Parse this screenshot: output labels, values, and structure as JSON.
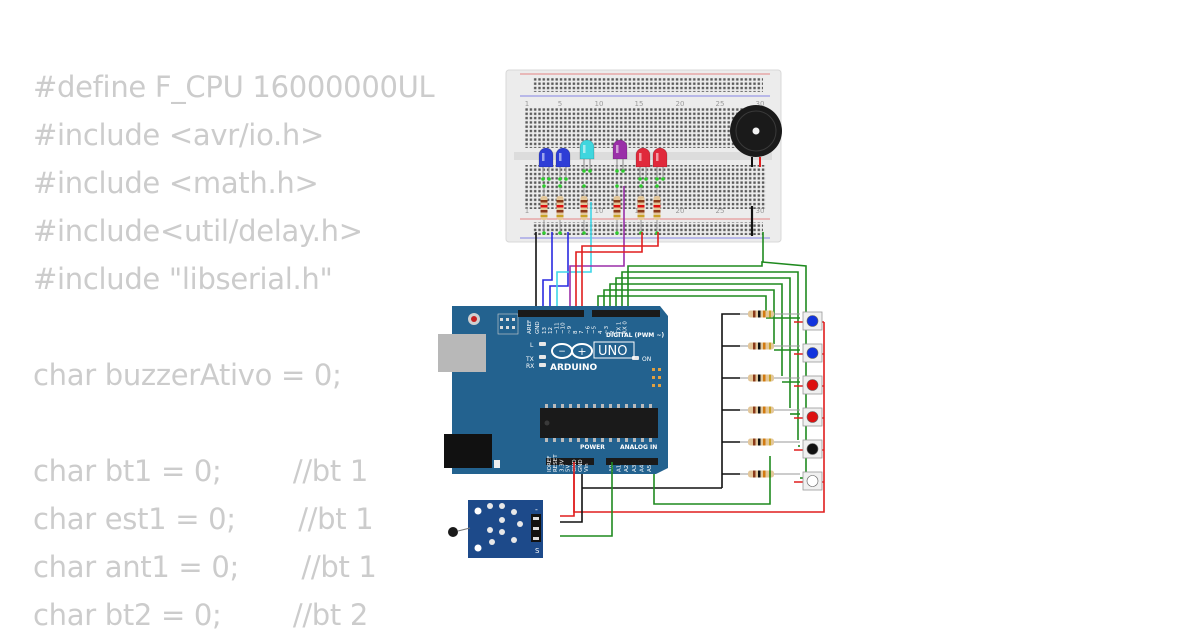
{
  "code": {
    "lines": [
      "#define F_CPU 16000000UL",
      "#include <avr/io.h>",
      "#include <math.h>",
      "#include<util/delay.h>",
      "#include \"libserial.h\"",
      "",
      "char buzzerAtivo = 0;",
      "",
      "char bt1 = 0;        //bt 1",
      "char est1 = 0;       //bt 1",
      "char ant1 = 0;       //bt 1",
      "char bt2 = 0;        //bt 2"
    ]
  },
  "arduino": {
    "brand": "ARDUINO",
    "model": "UNO",
    "digital_label": "DIGITAL (PWM ~)",
    "analog_label": "ANALOG IN",
    "power_label": "POWER",
    "on_label": "ON",
    "tx_label": "TX",
    "rx_label": "RX",
    "l_label": "L",
    "aref_label": "AREF",
    "gnd_label": "GND",
    "digital_pins": [
      "13",
      "12",
      "~11",
      "~10",
      "~9",
      "8",
      "7",
      "~6",
      "~5",
      "4",
      "~3",
      "2",
      "TX 1",
      "RX 0"
    ],
    "power_pins": [
      "IOREF",
      "RESET",
      "3.3V",
      "5V",
      "GND",
      "GND",
      "Vin"
    ],
    "analog_pins": [
      "A0",
      "A1",
      "A2",
      "A3",
      "A4",
      "A5"
    ],
    "color": "#23628f"
  },
  "breadboard": {
    "column_numbers": [
      "1",
      "5",
      "10",
      "15",
      "20",
      "25",
      "30"
    ],
    "leds": [
      {
        "name": "led-blue-1",
        "color": "#2e3ed6"
      },
      {
        "name": "led-blue-2",
        "color": "#2e3ed6"
      },
      {
        "name": "led-cyan",
        "color": "#3fd6de"
      },
      {
        "name": "led-purple",
        "color": "#9a2fa8"
      },
      {
        "name": "led-red-1",
        "color": "#e0293b"
      },
      {
        "name": "led-red-2",
        "color": "#e0293b"
      }
    ]
  },
  "buttons": [
    {
      "name": "button-blue-1",
      "cap_color": "#1133dd"
    },
    {
      "name": "button-blue-2",
      "cap_color": "#1133dd"
    },
    {
      "name": "button-red-1",
      "cap_color": "#dd1111"
    },
    {
      "name": "button-red-2",
      "cap_color": "#dd1111"
    },
    {
      "name": "button-black",
      "cap_color": "#111111"
    },
    {
      "name": "button-white",
      "cap_color": "#ffffff"
    }
  ],
  "sensor": {
    "pin_minus": "-",
    "pin_s": "S",
    "color": "#1d4a8a"
  },
  "wire_colors": {
    "red": "#e01e1e",
    "black": "#111111",
    "green": "#1f8a1f",
    "blue": "#2a2ae0",
    "cyan": "#3fd6e8",
    "purple": "#9a2fa8"
  }
}
